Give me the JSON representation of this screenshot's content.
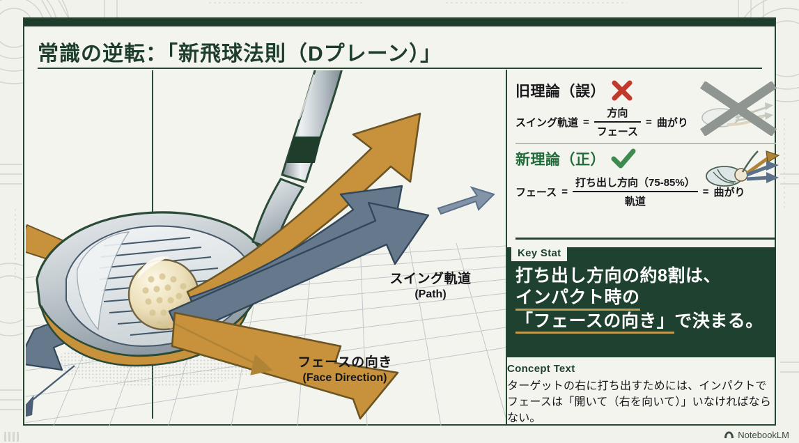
{
  "header": {
    "title": "常識の逆転：「新飛球法則（Dプレーン）」"
  },
  "diagram": {
    "path_label_jp": "スイング軌道",
    "path_label_en": "(Path)",
    "face_label_jp": "フェースの向き",
    "face_label_en": "(Face Direction)"
  },
  "old_theory": {
    "title": "旧理論（誤）",
    "mark": "x-mark",
    "formula_left": "スイング軌道",
    "eq1": "=",
    "numerator": "方向",
    "denominator": "フェース",
    "eq2": "=",
    "formula_right": "曲がり"
  },
  "new_theory": {
    "title": "新理論（正）",
    "mark": "check-mark",
    "formula_left": "フェース",
    "eq1": "=",
    "numerator": "打ち出し方向（75-85%）",
    "denominator": "軌道",
    "eq2": "=",
    "formula_right": "曲がり"
  },
  "key_stat": {
    "label": "Key Stat",
    "line1": "打ち出し方向の約8割は、",
    "line2": "インパクト時の",
    "line3_quote_open": "「フェースの向き」",
    "line3_rest": "で決まる。"
  },
  "concept": {
    "label": "Concept Text",
    "text": "ターゲットの右に打ち出すためには、インパクトでフェースは「開いて（右を向いて）」いなければならない。"
  },
  "watermark": {
    "text": "NotebookLM"
  },
  "colors": {
    "brand_green": "#1f4130",
    "border_green": "#24482f",
    "gold": "#c8923c",
    "steel_blue": "#667d94",
    "red_x": "#c0392b",
    "check_green": "#3d8b4f",
    "page_bg": "#f2f2ec",
    "card_bg": "#f4f4ee"
  }
}
